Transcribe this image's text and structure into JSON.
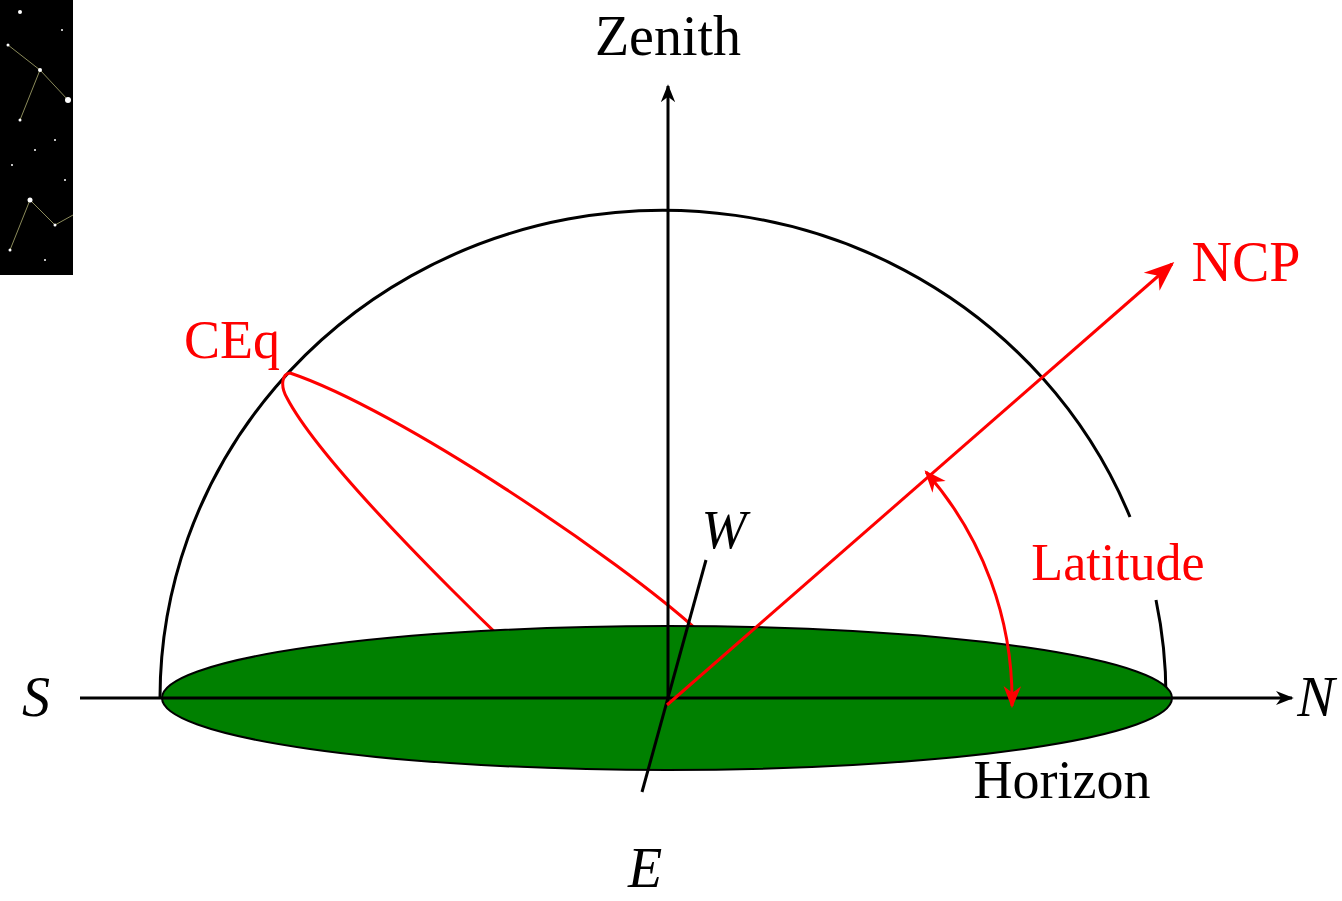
{
  "diagram": {
    "labels": [
      "Zenith",
      "CEq",
      "NCP",
      "W",
      "Latitude",
      "S",
      "N",
      "Horizon",
      "E"
    ]
  }
}
